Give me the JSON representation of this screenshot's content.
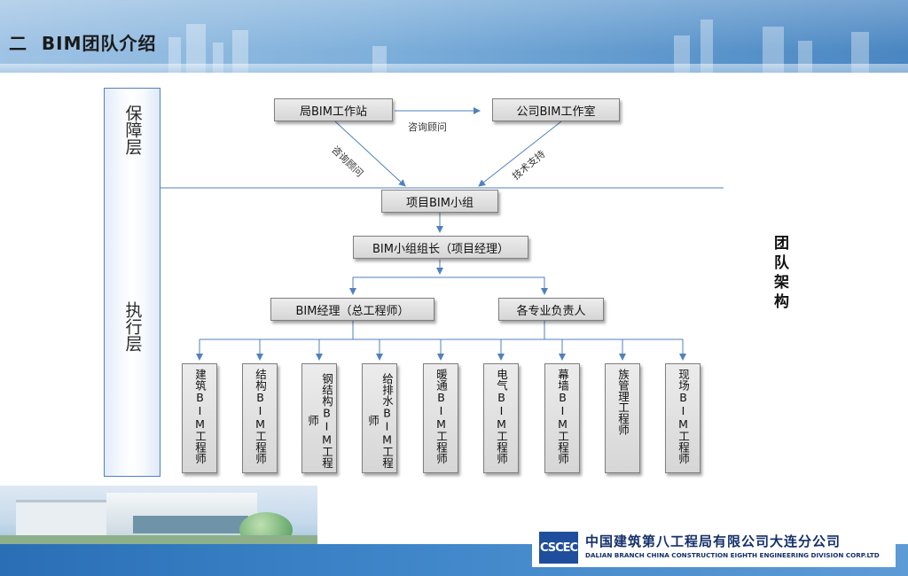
{
  "header": {
    "title": "二  BIM团队介绍"
  },
  "layers": {
    "support": "保障层",
    "execution": "执行层"
  },
  "side_label": "团队架构",
  "nodes": {
    "bureau_station": "局BIM工作站",
    "company_studio": "公司BIM工作室",
    "project_group": "项目BIM小组",
    "group_leader": "BIM小组组长（项目经理）",
    "bim_manager": "BIM经理（总工程师）",
    "discipline_leads": "各专业负责人"
  },
  "edge_labels": {
    "consult_top": "咨询顾问",
    "consult_left": "咨询顾问",
    "tech_support": "技术支持"
  },
  "engineers": [
    "建筑BIM工程师",
    "结构BIM工程师",
    "钢结构BIM工程师",
    "给排水BIM工程师",
    "暖通BIM工程师",
    "电气BIM工程师",
    "幕墙BIM工程师",
    "族管理工程师",
    "现场BIM工程师"
  ],
  "footer": {
    "logo_text": "CSCEC",
    "company_cn": "中国建筑第八工程局有限公司大连分公司",
    "company_en": "DALIAN BRANCH CHINA CONSTRUCTION EIGHTH ENGINEERING DIVISION CORP.LTD"
  },
  "colors": {
    "accent": "#4f81bd",
    "box_fill": "#d9d9d9",
    "footer_blue": "#2a6fb6"
  }
}
